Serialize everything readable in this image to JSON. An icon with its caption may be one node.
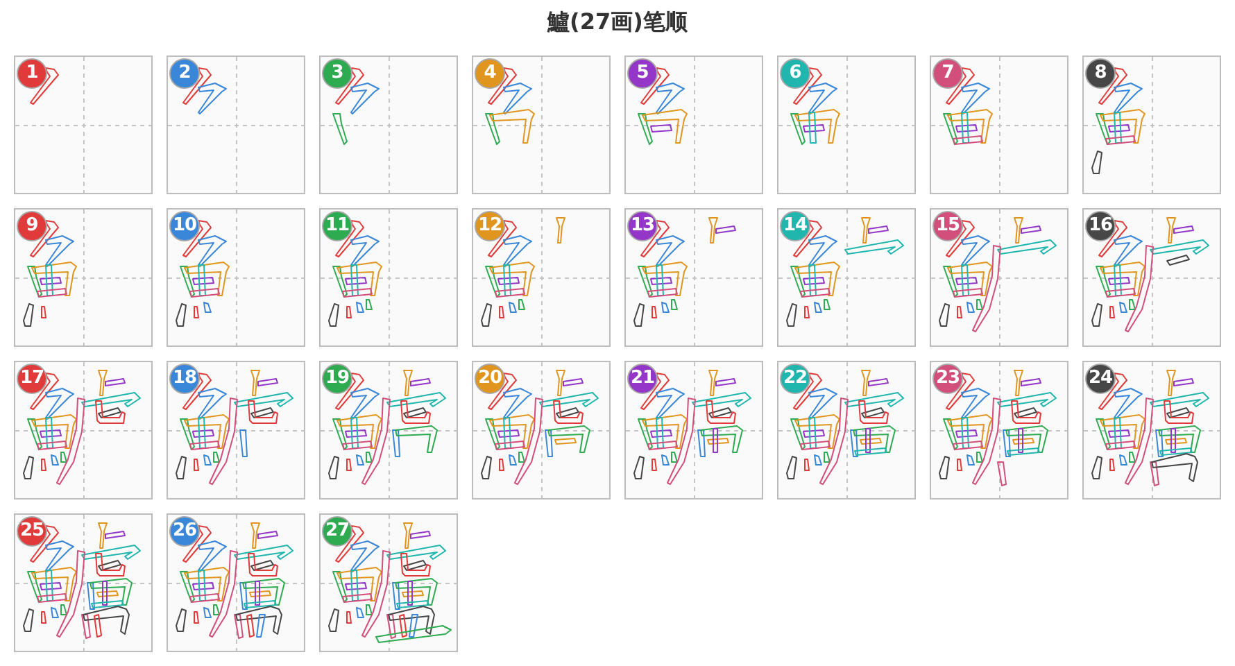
{
  "diagram": {
    "title": "鱸(27画)笔顺",
    "nodes": [
      {
        "text": [
          "1"
        ]
      },
      {
        "text": [
          "2"
        ]
      },
      {
        "text": [
          "3"
        ]
      },
      {
        "text": [
          "4"
        ]
      },
      {
        "text": [
          "5"
        ]
      },
      {
        "text": [
          "6"
        ]
      },
      {
        "text": [
          "7"
        ]
      },
      {
        "text": [
          "8"
        ]
      },
      {
        "text": [
          "9"
        ]
      },
      {
        "text": [
          "10"
        ]
      },
      {
        "text": [
          "11"
        ]
      },
      {
        "text": [
          "12"
        ]
      },
      {
        "text": [
          "13"
        ]
      },
      {
        "text": [
          "14"
        ]
      },
      {
        "text": [
          "15"
        ]
      },
      {
        "text": [
          "16"
        ]
      },
      {
        "text": [
          "17"
        ]
      },
      {
        "text": [
          "18"
        ]
      },
      {
        "text": [
          "19"
        ]
      },
      {
        "text": [
          "20"
        ]
      },
      {
        "text": [
          "21"
        ]
      },
      {
        "text": [
          "22"
        ]
      },
      {
        "text": [
          "23"
        ]
      },
      {
        "text": [
          "24"
        ]
      },
      {
        "text": [
          "25"
        ]
      },
      {
        "text": [
          "26"
        ]
      },
      {
        "text": [
          "27"
        ]
      }
    ]
  }
}
